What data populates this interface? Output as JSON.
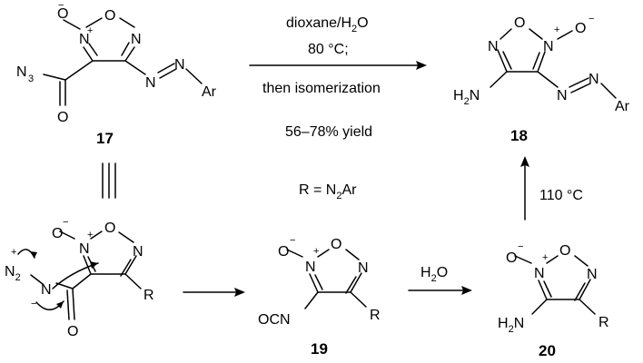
{
  "compounds": {
    "c17": {
      "label": "17"
    },
    "c18": {
      "label": "18"
    },
    "c19": {
      "label": "19"
    },
    "c20": {
      "label": "20"
    }
  },
  "atoms": {
    "O": "O",
    "N": "N",
    "R": "R",
    "Ar": "Ar",
    "H": "H",
    "two": "2",
    "three": "3",
    "plus": "+",
    "minus": "−",
    "ocn": "OCN",
    "n3_N": "N"
  },
  "conditions": {
    "main_line1_prefix": "dioxane/H",
    "main_line1_sub": "2",
    "main_line1_suffix": "O",
    "main_line2": "80 °C;",
    "main_line3": "then isomerization",
    "main_yield": "56–78% yield",
    "r_def_prefix": "R = N",
    "r_def_sub": "2",
    "r_def_suffix": "Ar",
    "water_prefix": "H",
    "water_sub": "2",
    "water_suffix": "O",
    "heat": "110 °C"
  }
}
